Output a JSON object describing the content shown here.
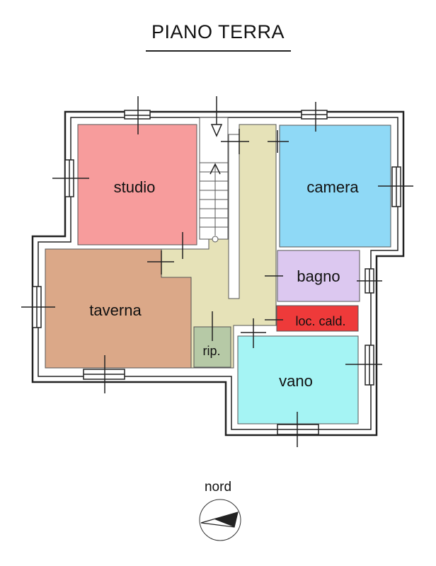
{
  "title": "PIANO TERRA",
  "north_label": "nord",
  "rooms": [
    {
      "key": "studio",
      "label": "studio",
      "color": "#f79c9c"
    },
    {
      "key": "camera",
      "label": "camera",
      "color": "#8fd9f6"
    },
    {
      "key": "taverna",
      "label": "taverna",
      "color": "#dba888"
    },
    {
      "key": "bagno",
      "label": "bagno",
      "color": "#dcc8f0"
    },
    {
      "key": "loc_cald",
      "label": "loc. cald.",
      "color": "#ee3a3a"
    },
    {
      "key": "rip",
      "label": "rip.",
      "color": "#b6c9a6"
    },
    {
      "key": "vano",
      "label": "vano",
      "color": "#a5f4f4"
    },
    {
      "key": "corridor",
      "label": "",
      "color": "#e6e2b8"
    }
  ],
  "colors": {
    "wall": "#222222",
    "background": "#ffffff"
  }
}
